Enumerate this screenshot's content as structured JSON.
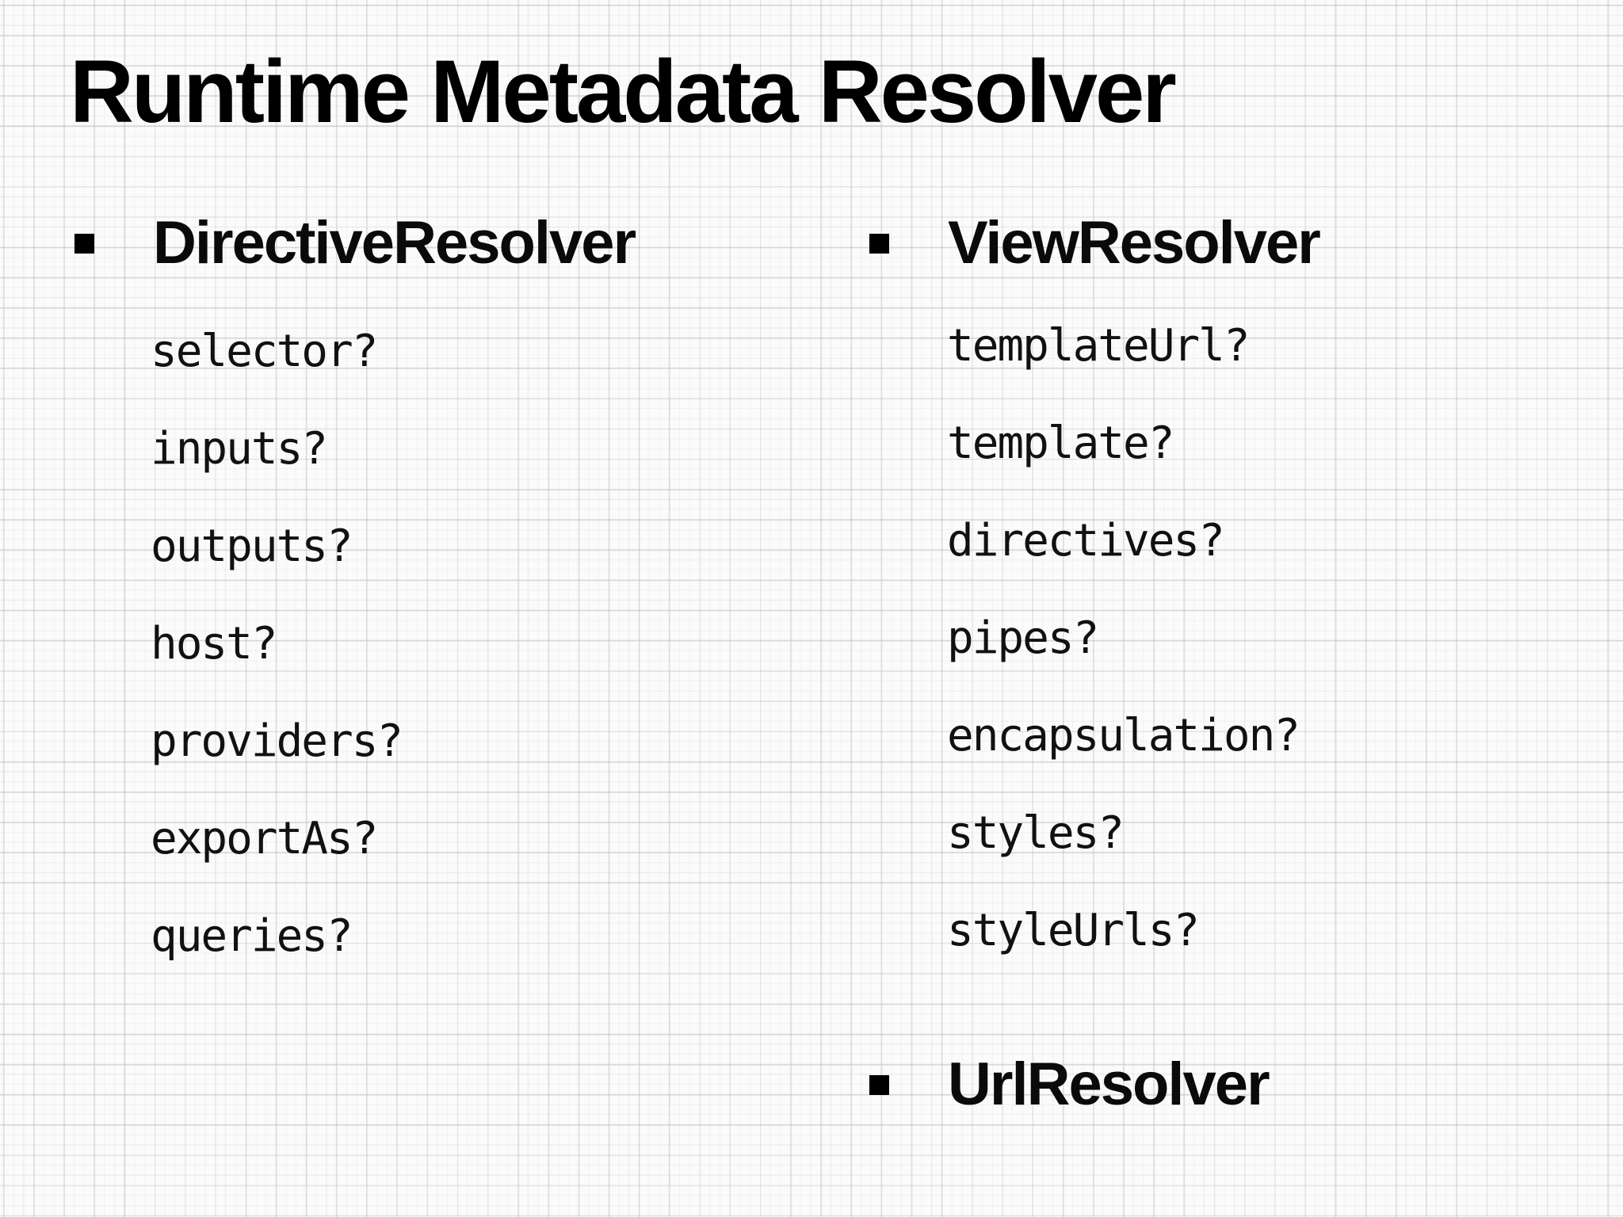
{
  "slide": {
    "title": "Runtime Metadata Resolver",
    "background": {
      "style": "graph-paper",
      "page_color": "#fbfbfb",
      "grid_line_color": "#b7bec4",
      "minor_grid_line_color": "#c4cbd1"
    },
    "text_color": "#0b0b0b",
    "bullet_glyph": "square",
    "bullet_color": "#000000"
  },
  "columns": [
    {
      "id": "left",
      "groups": [
        {
          "id": "directive-resolver",
          "heading": "DirectiveResolver",
          "items": [
            "selector?",
            "inputs?",
            "outputs?",
            "host?",
            "providers?",
            "exportAs?",
            "queries?"
          ]
        }
      ]
    },
    {
      "id": "right",
      "groups": [
        {
          "id": "view-resolver",
          "heading": "ViewResolver",
          "items": [
            "templateUrl?",
            "template?",
            "directives?",
            "pipes?",
            "encapsulation?",
            "styles?",
            "styleUrls?"
          ]
        },
        {
          "id": "url-resolver",
          "heading": "UrlResolver",
          "items": []
        }
      ]
    }
  ]
}
